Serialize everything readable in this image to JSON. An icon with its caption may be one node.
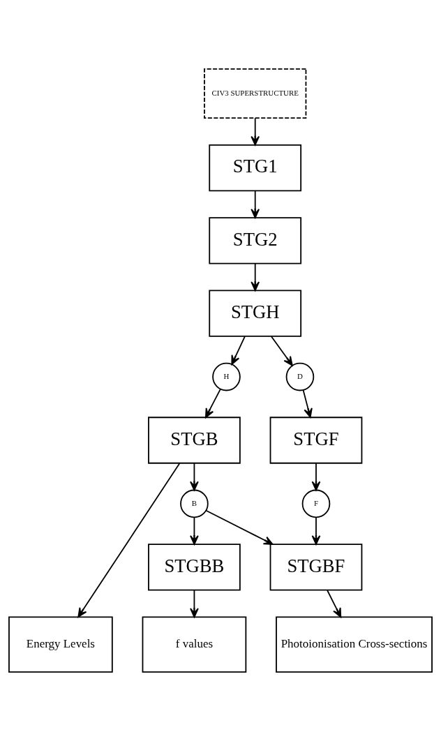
{
  "diagram": {
    "nodes": [
      {
        "text": [
          "CIV3 SUPERSTRUCTURE"
        ]
      },
      {
        "text": [
          "STG1"
        ]
      },
      {
        "text": [
          "STG2"
        ]
      },
      {
        "text": [
          "STGH"
        ]
      },
      {
        "text": [
          "H"
        ]
      },
      {
        "text": [
          "D"
        ]
      },
      {
        "text": [
          "STGB"
        ]
      },
      {
        "text": [
          "STGF"
        ]
      },
      {
        "text": [
          "B"
        ]
      },
      {
        "text": [
          "F"
        ]
      },
      {
        "text": [
          "STGBB"
        ]
      },
      {
        "text": [
          "STGBF"
        ]
      },
      {
        "text": [
          "Energy Levels"
        ]
      },
      {
        "text": [
          "f values"
        ]
      },
      {
        "text": [
          "Photoionisation Cross-sections"
        ]
      }
    ],
    "edges": [
      {
        "from": 0,
        "to": 1,
        "arrow": "to"
      },
      {
        "from": 1,
        "to": 2,
        "arrow": "to"
      },
      {
        "from": 2,
        "to": 3,
        "arrow": "to"
      },
      {
        "from": 3,
        "to": 4,
        "arrow": "to"
      },
      {
        "from": 3,
        "to": 5,
        "arrow": "to"
      },
      {
        "from": 4,
        "to": 6,
        "arrow": "to"
      },
      {
        "from": 5,
        "to": 7,
        "arrow": "to"
      },
      {
        "from": 6,
        "to": 12,
        "arrow": "to"
      },
      {
        "from": 6,
        "to": 8,
        "arrow": "to"
      },
      {
        "from": 7,
        "to": 9,
        "arrow": "to"
      },
      {
        "from": 8,
        "to": 10,
        "arrow": "to"
      },
      {
        "from": 8,
        "to": 11,
        "arrow": "to"
      },
      {
        "from": 9,
        "to": 11,
        "arrow": "to"
      },
      {
        "from": 10,
        "to": 13,
        "arrow": "to"
      },
      {
        "from": 11,
        "to": 14,
        "arrow": "to"
      }
    ]
  }
}
